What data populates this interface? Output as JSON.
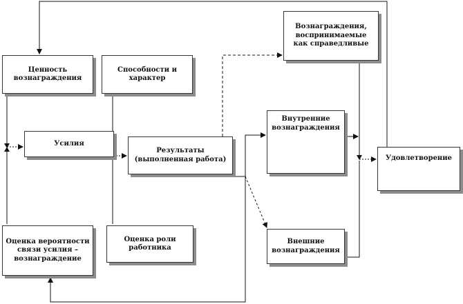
{
  "boxes": {
    "value": {
      "lines": [
        "Ценность",
        "вознаграждения"
      ]
    },
    "ability": {
      "lines": [
        "Способности и",
        "характер"
      ]
    },
    "effort": {
      "lines": [
        "Усилия"
      ]
    },
    "results": {
      "lines": [
        "Результаты",
        "(выполненная работа)"
      ]
    },
    "fair_rewards": {
      "lines": [
        "Вознаграждения,",
        "воспринимаемые",
        "как справедливые"
      ]
    },
    "internal_rewards": {
      "lines": [
        "Внутренние",
        "вознаграждения"
      ]
    },
    "external_rewards": {
      "lines": [
        "Внешние",
        "вознаграждения"
      ]
    },
    "satisfaction": {
      "lines": [
        "Удовлетворение"
      ]
    },
    "probability": {
      "lines": [
        "Оценка вероятности",
        "связи усилия –",
        "вознаграждение"
      ]
    },
    "role": {
      "lines": [
        "Оценка роли",
        "работника"
      ]
    }
  },
  "colors": {
    "line": "#111111",
    "border": "#333333",
    "shadow": "#8c8c8c"
  }
}
